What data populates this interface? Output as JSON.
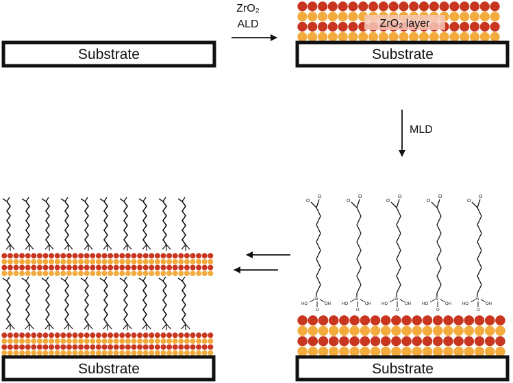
{
  "labels": {
    "substrate": "Substrate",
    "zro2_ald_line1": "ZrO₂",
    "zro2_ald_line2": "ALD",
    "zro2_layer": "ZrO₂ layer",
    "mld": "MLD"
  },
  "molecule_labels": {
    "carbonyl_o": "O",
    "hydroxyl_o": "OH",
    "silicon": "Si",
    "oh_left": "HO",
    "oh_right": "OH",
    "o_bottom": "O"
  },
  "colors": {
    "atom_red": "#c8361f",
    "atom_orange": "#f2ab3c",
    "substrate_border": "#111111",
    "substrate_fill": "#ffffff",
    "arrow": "#111111",
    "chain": "#111111",
    "zro2_highlight": "#f6c7b8"
  },
  "stages": [
    {
      "name": "bare-substrate",
      "zro2_rows": 0
    },
    {
      "name": "ald-coated-substrate",
      "zro2_rows": 4
    },
    {
      "name": "mld-molecules-on-zro2",
      "zro2_rows": 4,
      "molecules": 5
    },
    {
      "name": "multilayer-stack",
      "zro2_bilayers": 2,
      "molecules_per_layer": 10
    }
  ]
}
